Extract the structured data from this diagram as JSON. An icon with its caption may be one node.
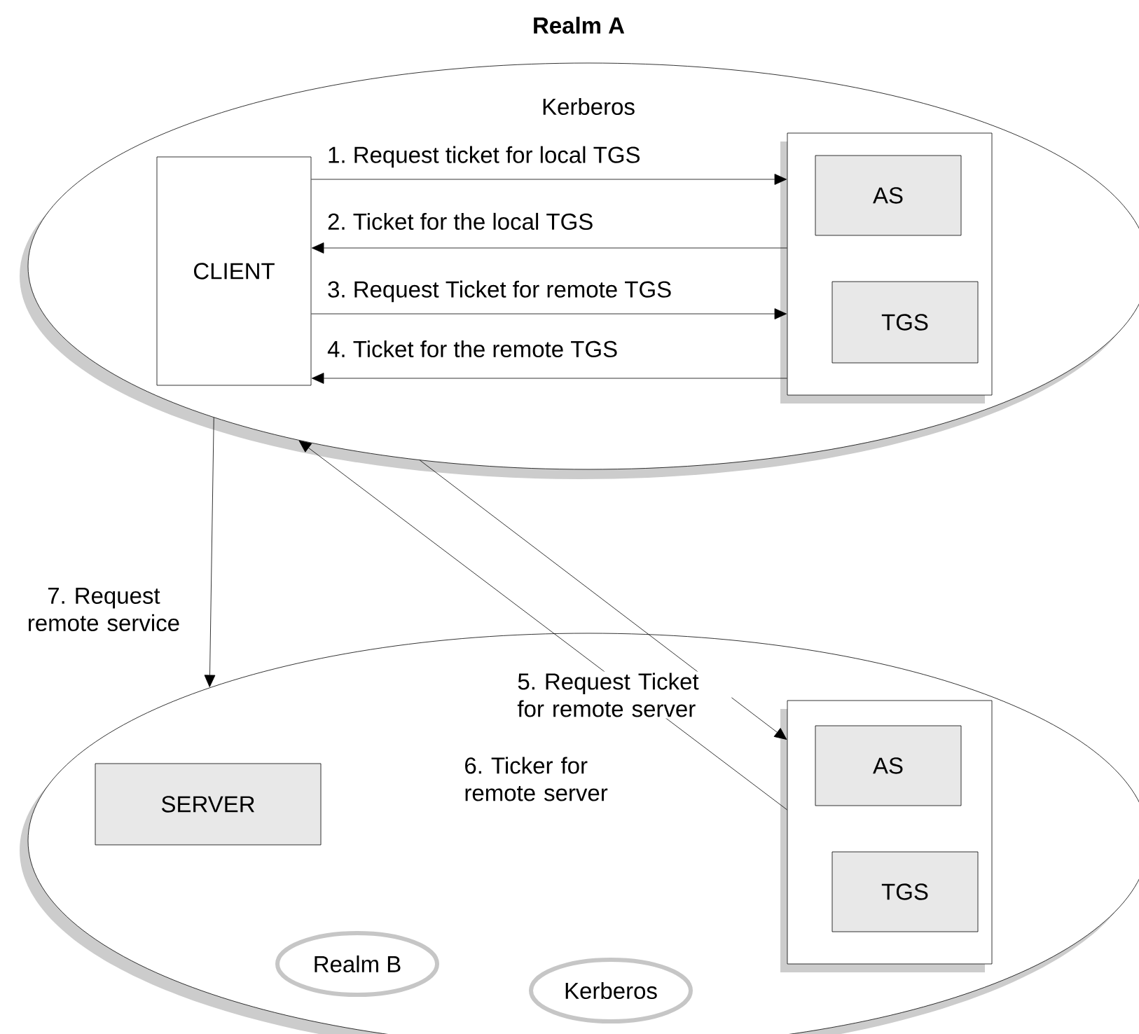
{
  "diagram": {
    "title": "Realm A",
    "nodes": [
      {
        "text": [
          "Kerberos"
        ]
      },
      {
        "text": [
          "CLIENT"
        ],
        "in": 0
      },
      {
        "text": [],
        "shape": "box",
        "in": 0
      },
      {
        "text": [
          "AS"
        ],
        "in": 2
      },
      {
        "text": [
          "TGS"
        ],
        "in": 2
      },
      {
        "text": [],
        "shape": "ellipse"
      },
      {
        "text": [
          "Realm B"
        ],
        "in": 5
      },
      {
        "text": [
          "Kerberos"
        ],
        "in": 5
      },
      {
        "text": [
          "SERVER"
        ],
        "in": 5
      },
      {
        "text": [],
        "shape": "box",
        "in": 5
      },
      {
        "text": [
          "AS"
        ],
        "in": 9
      },
      {
        "text": [
          "TGS"
        ],
        "in": 9
      }
    ],
    "edges": [
      {
        "from": 1,
        "to": 2,
        "arrow": "to",
        "label": "1. Request ticket for local TGS"
      },
      {
        "from": 2,
        "to": 1,
        "arrow": "to",
        "label": "2. Ticket for the local TGS"
      },
      {
        "from": 1,
        "to": 2,
        "arrow": "to",
        "label": "3. Request Ticket for remote TGS"
      },
      {
        "from": 2,
        "to": 1,
        "arrow": "to",
        "label": "4. Ticket for the remote TGS"
      },
      {
        "from": 0,
        "to": 9,
        "arrow": "to",
        "label": "5. Request Ticket for remote server"
      },
      {
        "from": 9,
        "to": 0,
        "arrow": "to",
        "label": "6. Ticker for remote server"
      },
      {
        "from": 0,
        "to": 5,
        "arrow": "to",
        "label": "7. Request remote service"
      }
    ]
  }
}
